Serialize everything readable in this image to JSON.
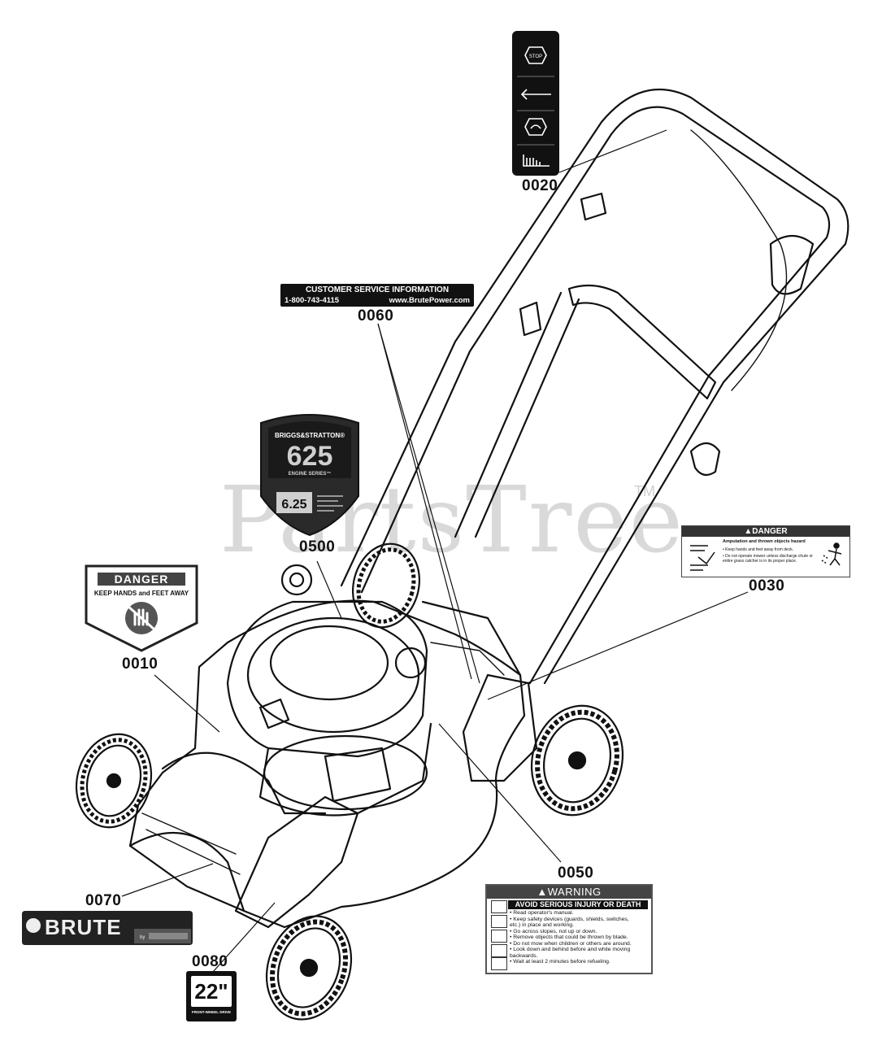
{
  "watermark": {
    "text": "PartsTree",
    "tm": "TM"
  },
  "callouts": {
    "c0020": "0020",
    "c0060": "0060",
    "c0500": "0500",
    "c0010": "0010",
    "c0030": "0030",
    "c0050": "0050",
    "c0070": "0070",
    "c0080": "0080"
  },
  "decal_0020": {
    "stop": "STOP",
    "icons": [
      "stop-icon",
      "arrow-left-icon",
      "engine-start-icon",
      "throttle-icon"
    ]
  },
  "decal_0060": {
    "title": "CUSTOMER SERVICE INFORMATION",
    "phone": "1-800-743-4115",
    "web": "www.BrutePower.com"
  },
  "decal_0500": {
    "brand": "BRIGGS&STRATTON®",
    "model": "625",
    "series": "ENGINE SERIES™",
    "torque": "6.25"
  },
  "decal_0010": {
    "header": "DANGER",
    "text": "KEEP HANDS and FEET AWAY"
  },
  "decal_0030": {
    "header": "▲DANGER",
    "subtitle": "Amputation and thrown objects hazard",
    "bullets": [
      "• Keep hands and feet away from deck.",
      "• Do not operate mower unless discharge chute or entire grass catcher is in its proper place."
    ]
  },
  "decal_0050": {
    "header": "▲WARNING",
    "title": "AVOID SERIOUS INJURY OR DEATH",
    "lines": [
      "• Read operator's manual.",
      "• Keep safety devices (guards, shields, switches,",
      "  etc.) in place and working.",
      "• Go across slopes, not up or down.",
      "• Remove objects that could be thrown by blade.",
      "• Do not mow when children or others are around.",
      "• Look down and behind before and while moving",
      "  backwards.",
      "• Wait at least 2 minutes before refueling."
    ]
  },
  "decal_0070": {
    "brand": "BRUTE",
    "by": "by"
  },
  "decal_0080": {
    "size": "22\"",
    "footer": "FRONT-WHEEL DRIVE"
  }
}
